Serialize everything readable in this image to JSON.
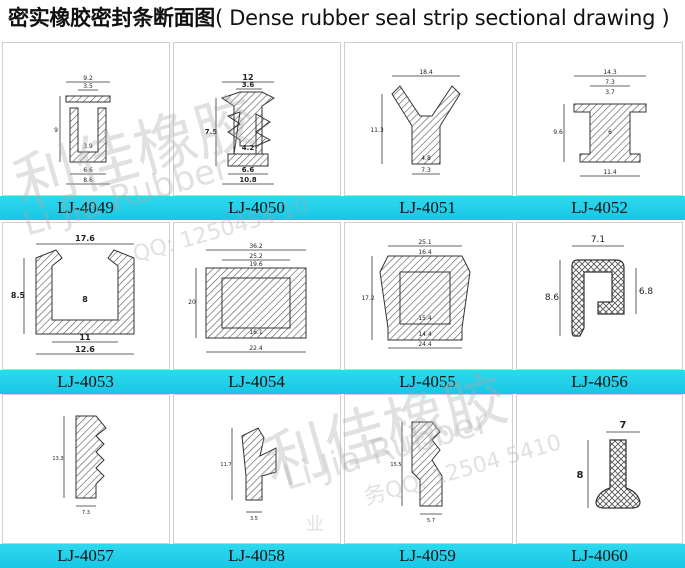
{
  "header": {
    "title_cn": "密实橡胶密封条断面图",
    "title_en": "( Dense rubber seal strip sectional drawing )"
  },
  "colors": {
    "band": "#1ccbe6",
    "line": "#333333",
    "hatch": "#555555"
  },
  "parts": [
    {
      "code": "LJ-4049",
      "dims": [
        "9.2",
        "3.5",
        "9",
        "3.9",
        "6.6",
        "8.6"
      ]
    },
    {
      "code": "LJ-4050",
      "dims": [
        "12",
        "3.6",
        "7.5",
        "4.2",
        "6.6",
        "10.8"
      ]
    },
    {
      "code": "LJ-4051",
      "dims": [
        "18.4",
        "11.3",
        "4.8",
        "7.3"
      ]
    },
    {
      "code": "LJ-4052",
      "dims": [
        "14.3",
        "7.3",
        "3.7",
        "9.6",
        "6",
        "11.4"
      ]
    },
    {
      "code": "LJ-4053",
      "dims": [
        "17.6",
        "8.5",
        "8",
        "11",
        "12.6"
      ]
    },
    {
      "code": "LJ-4054",
      "dims": [
        "36.2",
        "25.2",
        "19.6",
        "20",
        "16.1",
        "22.4"
      ]
    },
    {
      "code": "LJ-4055",
      "dims": [
        "25.1",
        "16.4",
        "17.2",
        "15.4",
        "14.4",
        "24.4"
      ]
    },
    {
      "code": "LJ-4056",
      "dims": [
        "7.1",
        "8.6",
        "6.8"
      ]
    },
    {
      "code": "LJ-4057",
      "dims": [
        "13.3",
        "7.3"
      ]
    },
    {
      "code": "LJ-4058",
      "dims": [
        "11.7",
        "3.5"
      ]
    },
    {
      "code": "LJ-4059",
      "dims": [
        "15.5",
        "5.7"
      ]
    },
    {
      "code": "LJ-4060",
      "dims": [
        "7",
        "8"
      ]
    }
  ],
  "watermark": {
    "brand_cn": "利佳橡胶",
    "brand_en": "Li Jia Rubber",
    "qq": "QQ: 1250454 10",
    "qq2": "务QQ: 12504 5410",
    "ye": "业"
  }
}
